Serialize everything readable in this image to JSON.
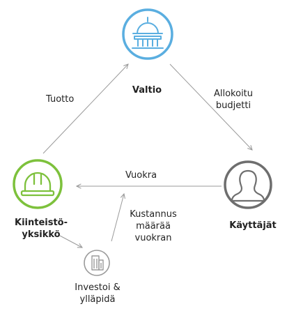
{
  "colors": {
    "state": "#5aaee0",
    "property_unit": "#7dc13c",
    "users": "#6e6e6e",
    "investment": "#9a9a9a",
    "arrow": "#9a9a9a"
  },
  "nodes": {
    "state": {
      "label": "Valtio",
      "icon": "capitol-dome-icon"
    },
    "property_unit": {
      "label_line1": "Kiinteistö-",
      "label_line2": "yksikkö",
      "icon": "hard-hat-icon"
    },
    "users": {
      "label": "Käyttäjät",
      "icon": "person-icon"
    },
    "investment": {
      "label_line1": "Investoi &",
      "label_line2": "ylläpidä",
      "icon": "building-icon"
    }
  },
  "edges": {
    "profit": "Tuotto",
    "allocated_budget_line1": "Allokoitu",
    "allocated_budget_line2": "budjetti",
    "rent": "Vuokra",
    "cost_sets_rent_line1": "Kustannus",
    "cost_sets_rent_line2": "määrää",
    "cost_sets_rent_line3": "vuokran"
  }
}
